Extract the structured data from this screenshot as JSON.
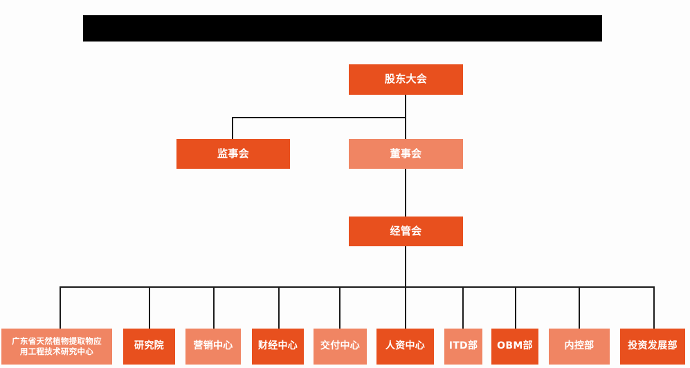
{
  "page": {
    "title_bar": {
      "name": "redacted-title-bar",
      "text": "",
      "color": "#000000"
    },
    "background_color": "#FDFDFD"
  },
  "colors": {
    "dark_orange": "#E8501E",
    "light_salmon": "#F08563",
    "connector": "#1A1A1A",
    "text": "#FFFFFF"
  },
  "chart_data": {
    "type": "org-chart",
    "title": "",
    "levels": [
      {
        "level": 1,
        "nodes": [
          {
            "id": "shareholders",
            "label": "股东大会",
            "style": "dark"
          }
        ]
      },
      {
        "level": 2,
        "nodes": [
          {
            "id": "supervisors",
            "label": "监事会",
            "style": "dark"
          },
          {
            "id": "directors",
            "label": "董事会",
            "style": "light"
          }
        ]
      },
      {
        "level": 3,
        "nodes": [
          {
            "id": "management",
            "label": "经管会",
            "style": "dark"
          }
        ]
      },
      {
        "level": 4,
        "nodes": [
          {
            "id": "research-center",
            "label": "广东省天然植物提取物应\n用工程技术研究中心",
            "style": "light"
          },
          {
            "id": "institute",
            "label": "研究院",
            "style": "dark"
          },
          {
            "id": "marketing-center",
            "label": "营销中心",
            "style": "light"
          },
          {
            "id": "finance-center",
            "label": "财经中心",
            "style": "dark"
          },
          {
            "id": "delivery-center",
            "label": "交付中心",
            "style": "light"
          },
          {
            "id": "hr-center",
            "label": "人资中心",
            "style": "dark"
          },
          {
            "id": "itd-dept",
            "label": "ITD部",
            "style": "light"
          },
          {
            "id": "obm-dept",
            "label": "OBM部",
            "style": "dark"
          },
          {
            "id": "internal-control-dept",
            "label": "内控部",
            "style": "light"
          },
          {
            "id": "investment-development-dept",
            "label": "投资发展部",
            "style": "dark"
          }
        ]
      }
    ],
    "edges": [
      {
        "from": "shareholders",
        "to": "supervisors"
      },
      {
        "from": "shareholders",
        "to": "directors"
      },
      {
        "from": "directors",
        "to": "management"
      },
      {
        "from": "management",
        "to": "research-center"
      },
      {
        "from": "management",
        "to": "institute"
      },
      {
        "from": "management",
        "to": "marketing-center"
      },
      {
        "from": "management",
        "to": "finance-center"
      },
      {
        "from": "management",
        "to": "delivery-center"
      },
      {
        "from": "management",
        "to": "hr-center"
      },
      {
        "from": "management",
        "to": "itd-dept"
      },
      {
        "from": "management",
        "to": "obm-dept"
      },
      {
        "from": "management",
        "to": "internal-control-dept"
      },
      {
        "from": "management",
        "to": "investment-development-dept"
      }
    ]
  }
}
